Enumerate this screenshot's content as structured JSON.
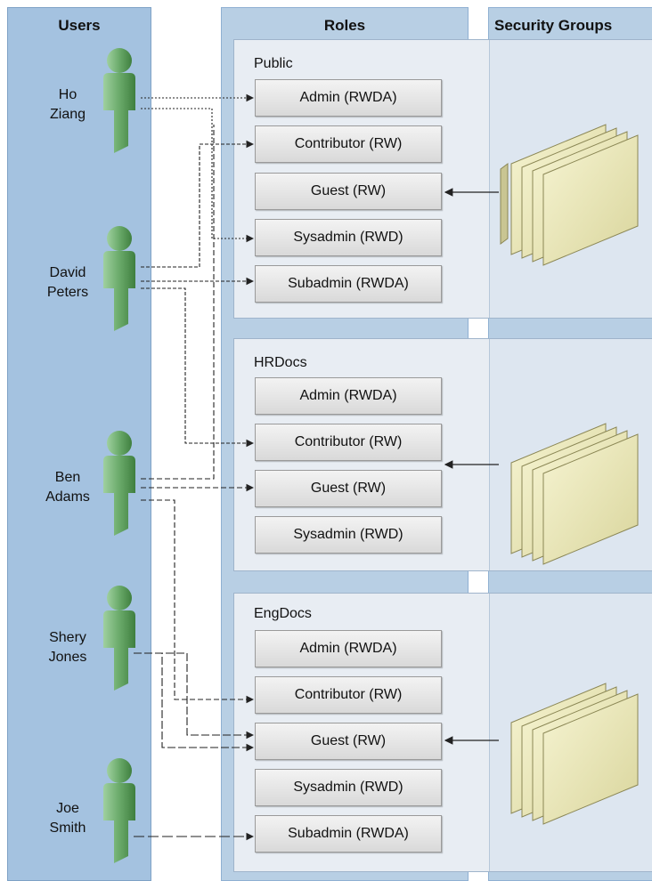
{
  "columns": {
    "users": "Users",
    "roles": "Roles",
    "security_groups": "Security Groups"
  },
  "users": [
    {
      "first": "Ho",
      "last": "Ziang"
    },
    {
      "first": "David",
      "last": "Peters"
    },
    {
      "first": "Ben",
      "last": "Adams"
    },
    {
      "first": "Shery",
      "last": "Jones"
    },
    {
      "first": "Joe",
      "last": "Smith"
    }
  ],
  "groups": [
    {
      "name": "Public",
      "roles": [
        "Admin (RWDA)",
        "Contributor (RW)",
        "Guest (RW)",
        "Sysadmin (RWD)",
        "Subadmin (RWDA)"
      ]
    },
    {
      "name": "HRDocs",
      "roles": [
        "Admin (RWDA)",
        "Contributor (RW)",
        "Guest (RW)",
        "Sysadmin (RWD)"
      ]
    },
    {
      "name": "EngDocs",
      "roles": [
        "Admin (RWDA)",
        "Contributor (RW)",
        "Guest (RW)",
        "Sysadmin (RWD)",
        "Subadmin (RWDA)"
      ]
    }
  ],
  "colors": {
    "user_figure": "#6aaa6a",
    "folder": "#ece9b8",
    "users_column": "#a4c2e0",
    "roles_column": "#b8cfe4"
  },
  "icons": {
    "user": "user-figure-icon",
    "folders": "folder-stack-icon"
  }
}
